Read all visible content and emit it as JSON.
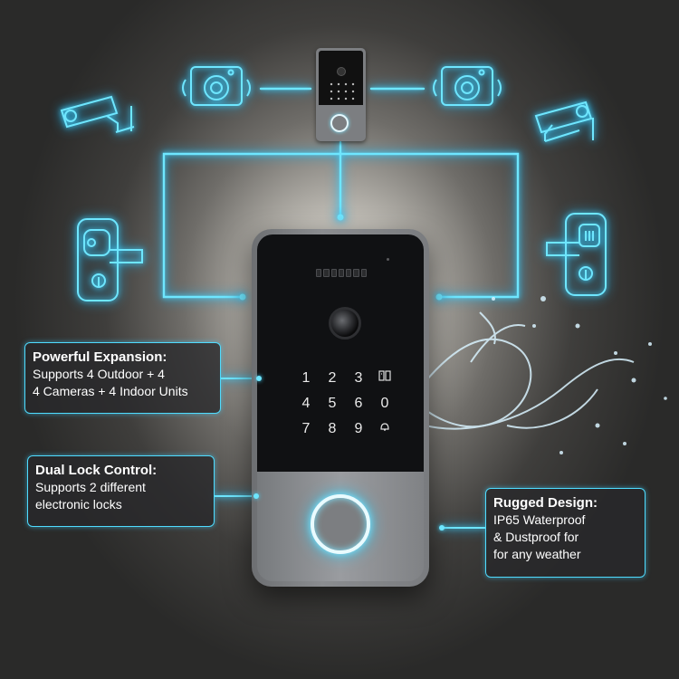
{
  "panel": {
    "keypad": [
      "1",
      "2",
      "3",
      "",
      "4",
      "5",
      "6",
      "0",
      "7",
      "8",
      "9",
      ""
    ]
  },
  "callouts": {
    "expansion": {
      "title": "Powerful Expansion:",
      "line1": "Supports 4 Outdoor + 4",
      "line2": "4 Cameras + 4 Indoor Units"
    },
    "dual_lock": {
      "title": "Dual Lock Control:",
      "line1": "Supports 2 different",
      "line2": "electronic locks"
    },
    "rugged": {
      "title": "Rugged Design:",
      "line1": "IP65 Waterproof",
      "line2": "& Dustproof for",
      "line3": "for any weather"
    }
  },
  "colors": {
    "accent": "#45d7ff",
    "ring": "#e9fbff"
  },
  "icons": [
    "bullet-camera-icon",
    "dome-camera-icon",
    "door-lock-icon",
    "water-splash-icon"
  ]
}
